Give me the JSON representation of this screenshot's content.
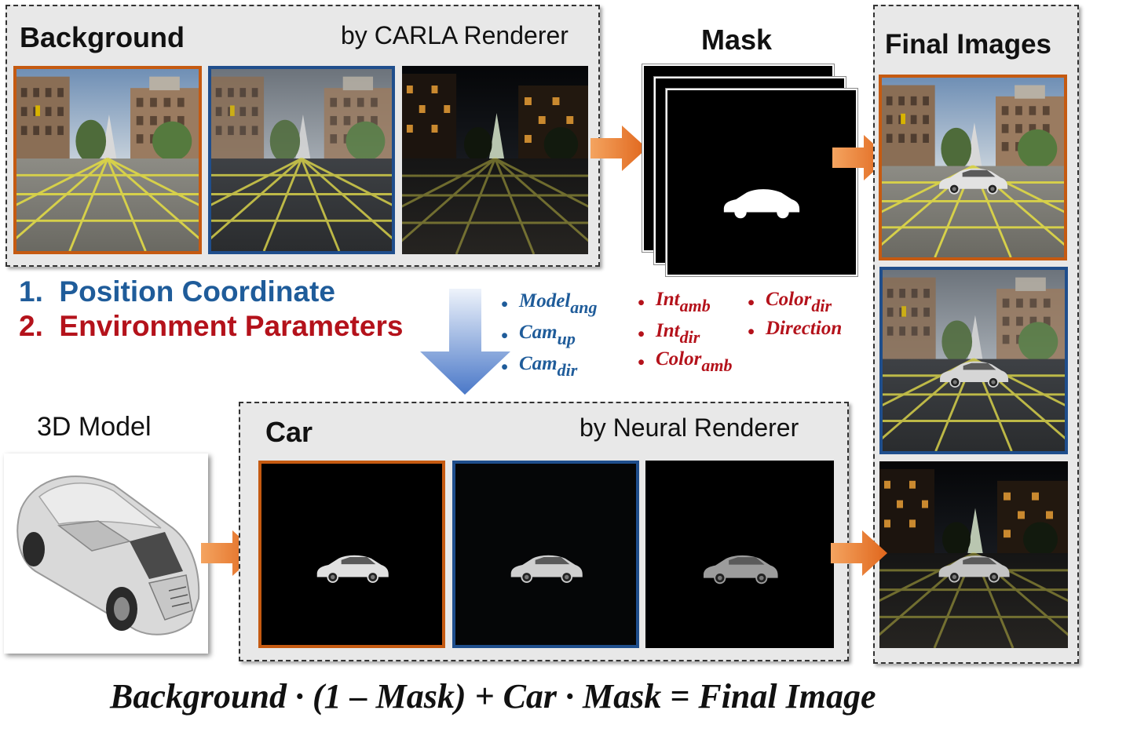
{
  "background": {
    "title": "Background",
    "renderer": "by CARLA Renderer",
    "scene_variants": [
      "day-clear",
      "day-wet",
      "night"
    ]
  },
  "mask": {
    "title": "Mask"
  },
  "final_images": {
    "title": "Final Images"
  },
  "car": {
    "title": "Car",
    "renderer": "by Neural Renderer"
  },
  "model_3d": {
    "label": "3D Model"
  },
  "steps": {
    "step1": "1.  Position Coordinate",
    "step2": "2.  Environment Parameters"
  },
  "position_params": [
    {
      "base": "Model",
      "sub": "ang"
    },
    {
      "base": "Cam",
      "sub": "up"
    },
    {
      "base": "Cam",
      "sub": "dir"
    }
  ],
  "environment_params": [
    {
      "base": "Int",
      "sub": "amb"
    },
    {
      "base": "Int",
      "sub": "dir"
    },
    {
      "base": "Color",
      "sub": "amb"
    },
    {
      "base": "Color",
      "sub": "dir"
    },
    {
      "base": "Direction",
      "sub": ""
    }
  ],
  "formula": "Background · (1 – Mask) + Car · Mask = Final Image",
  "colors": {
    "orange_frame": "#c55a11",
    "blue_frame": "#1f4e8c",
    "arrow_orange": "#ed7d31",
    "text_blue": "#1f5c9a",
    "text_red": "#b4121b"
  },
  "icons": [
    "right-arrow-icon",
    "down-arrow-icon",
    "bullet-icon"
  ]
}
